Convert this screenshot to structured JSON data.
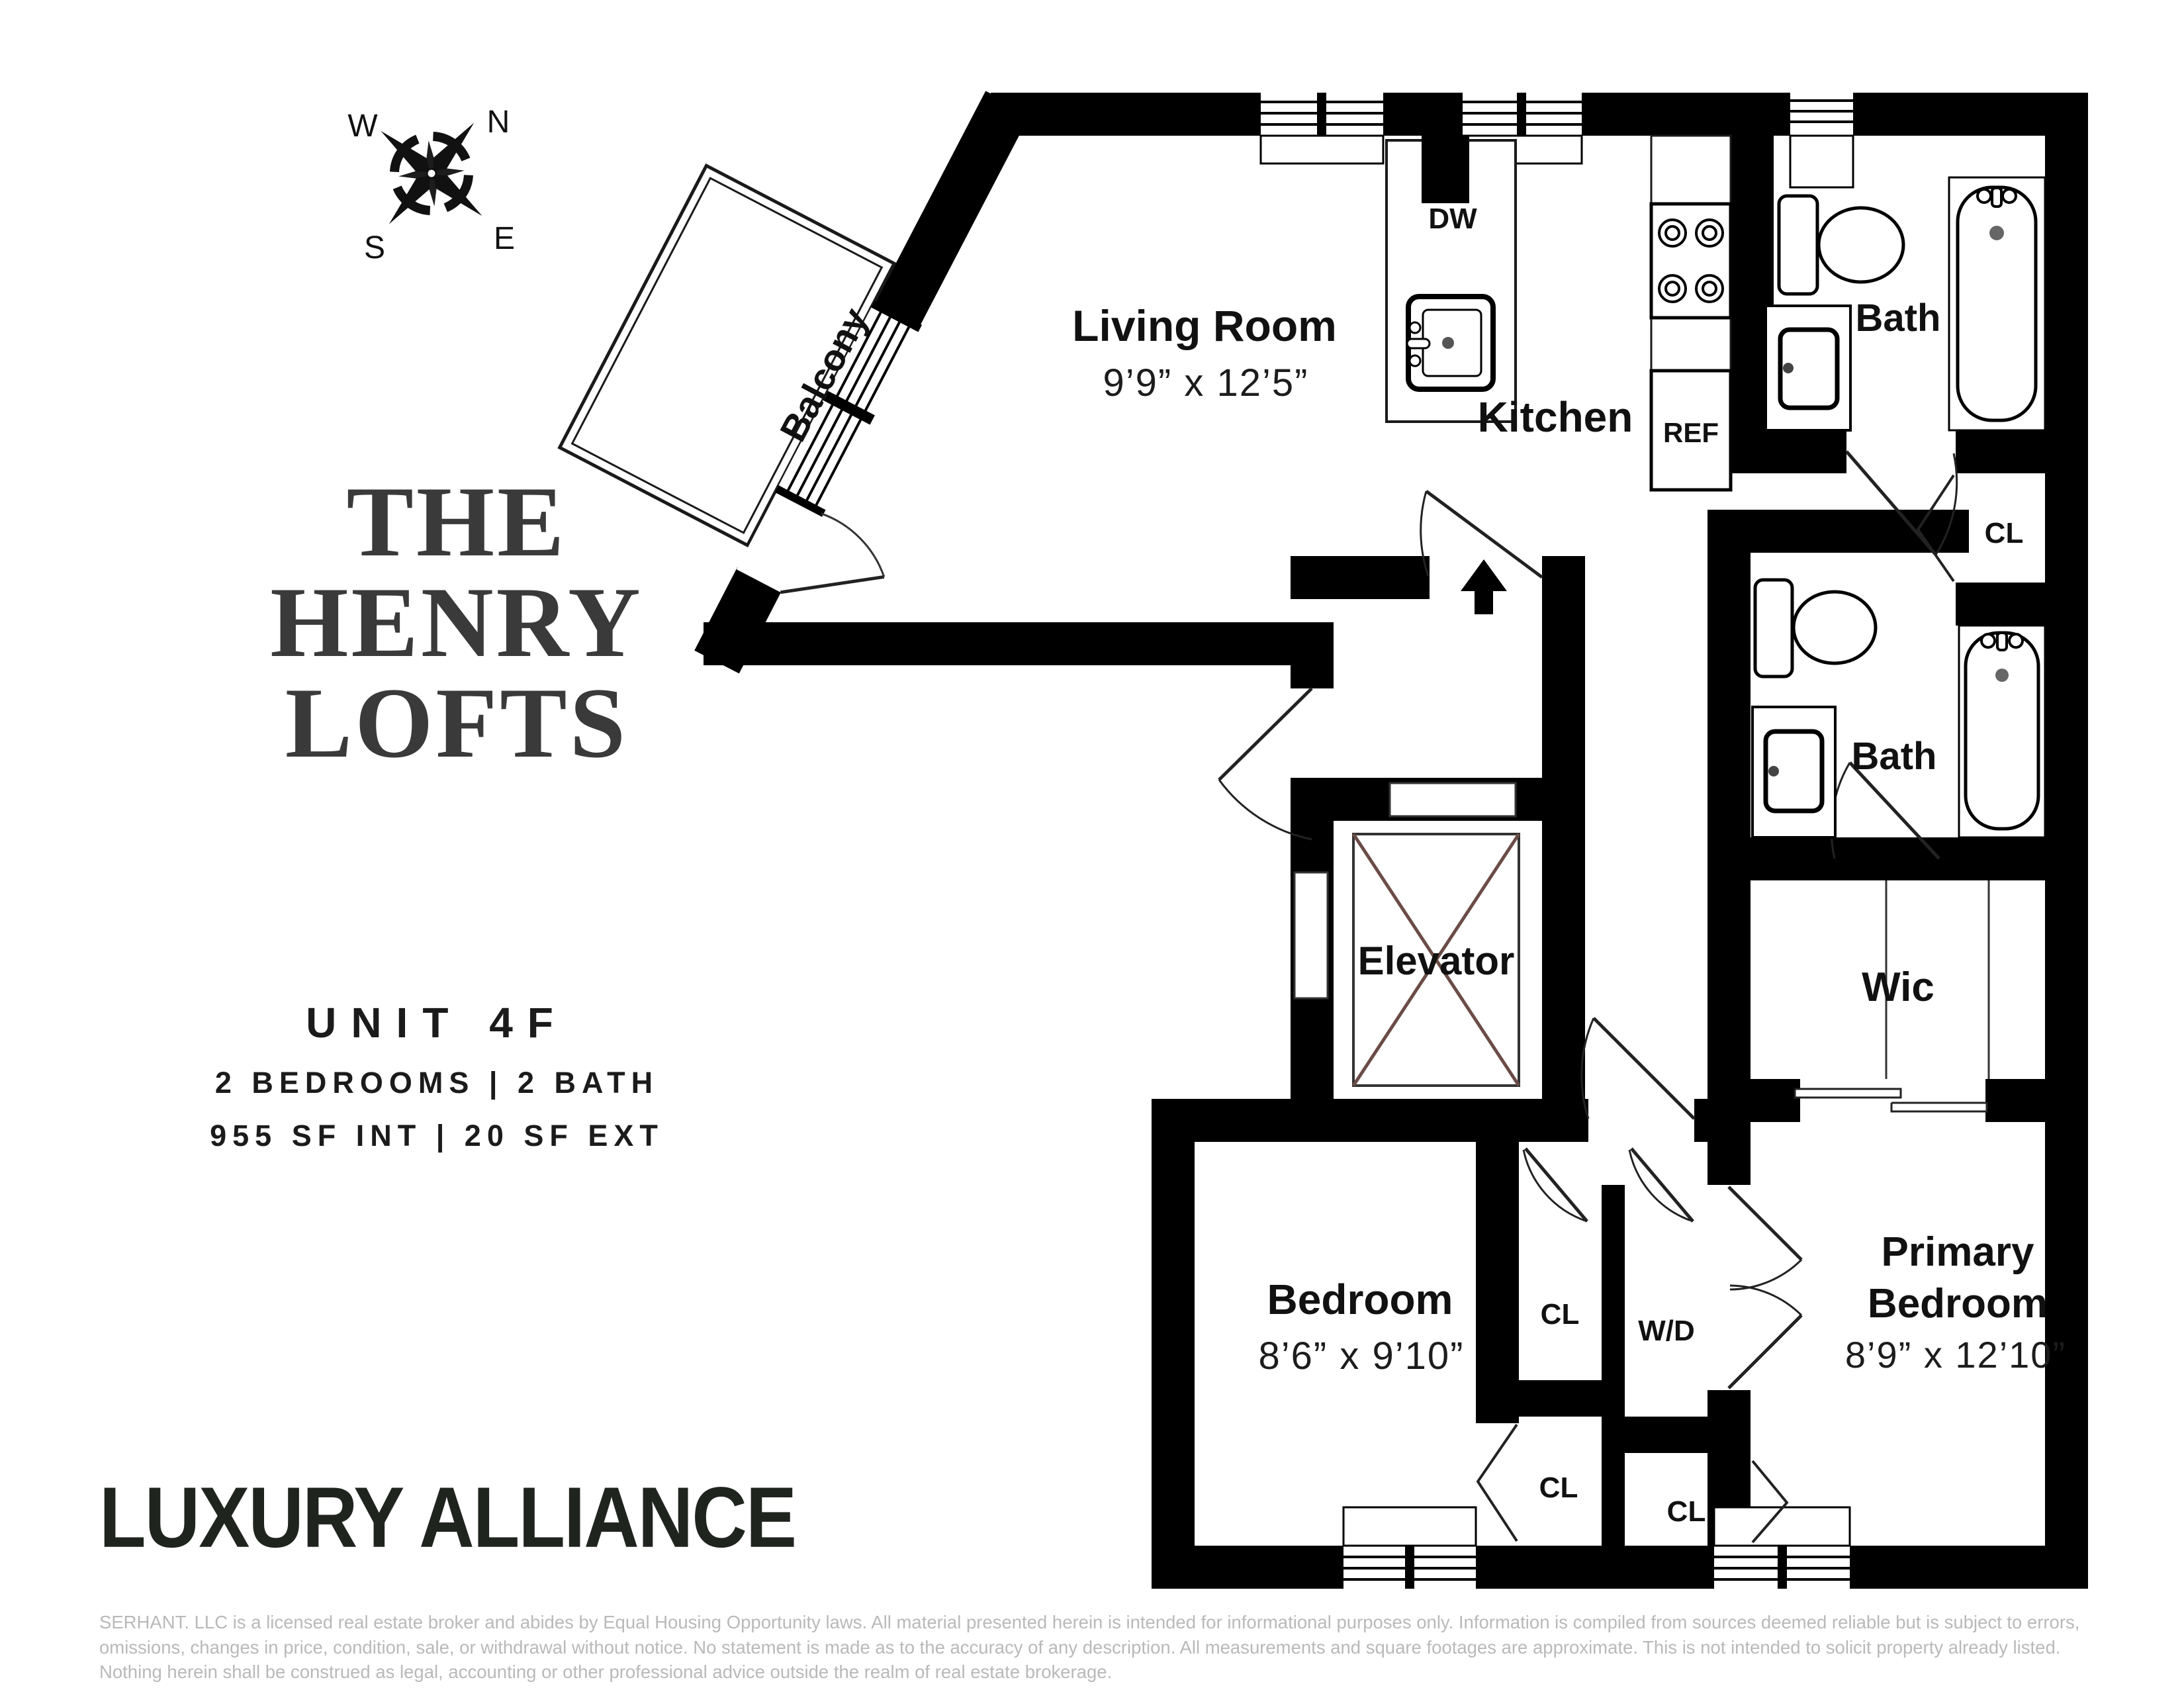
{
  "branding": {
    "title_lines": [
      "THE",
      "HENRY",
      "LOFTS"
    ],
    "brokerage": "LUXURY ALLIANCE"
  },
  "unit": {
    "title": "UNIT 4F",
    "spec": "2 BEDROOMS | 2 BATH",
    "area": "955 SF INT | 20 SF EXT"
  },
  "compass": {
    "n": "N",
    "e": "E",
    "s": "S",
    "w": "W"
  },
  "plan": {
    "living": {
      "name": "Living Room",
      "dims": "9’9” x 12’5”"
    },
    "kitchen": {
      "name": "Kitchen"
    },
    "balcony": {
      "name": "Balcony"
    },
    "dw": {
      "label": "DW"
    },
    "ref": {
      "label": "REF"
    },
    "bath_upper": {
      "name": "Bath"
    },
    "bath_lower": {
      "name": "Bath"
    },
    "cl_upper": {
      "label": "CL"
    },
    "wic": {
      "name": "Wic"
    },
    "elevator": {
      "name": "Elevator"
    },
    "bedroom": {
      "name": "Bedroom",
      "dims": "8’6” x 9’10”"
    },
    "primary": {
      "line1": "Primary",
      "line2": "Bedroom",
      "dims": "8’9” x 12’10”"
    },
    "cl_bedroom_top": {
      "label": "CL"
    },
    "wd": {
      "label": "W/D"
    },
    "cl_bedroom_bottom": {
      "label": "CL"
    },
    "cl_hall_bottom": {
      "label": "CL"
    }
  },
  "colors": {
    "wall": "#000000",
    "elevator_x": "#6b4c46",
    "label": "#111111"
  },
  "disclaimer": "SERHANT. LLC is a licensed real estate broker and abides by Equal Housing Opportunity laws. All material presented herein is intended for informational purposes only. Information is compiled from sources deemed reliable but is subject to errors, omissions, changes in price, condition, sale, or withdrawal without notice. No statement is made as to the accuracy of any description. All measurements and square footages are approximate. This is not intended to solicit property already listed. Nothing herein shall be construed as legal, accounting or other professional advice outside the realm of real estate brokerage."
}
